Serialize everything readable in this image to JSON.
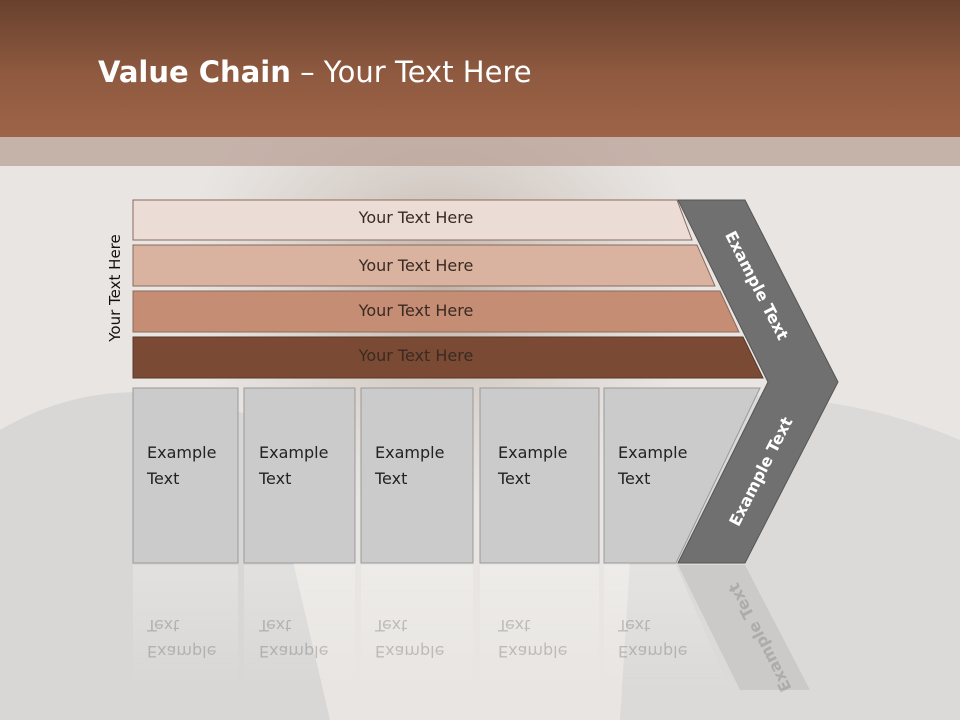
{
  "title": {
    "bold": "Value Chain",
    "rest": " – Your Text Here"
  },
  "side_label": "Your Text Here",
  "rows": [
    {
      "label": "Your Text Here",
      "color": "#ecdcd6"
    },
    {
      "label": "Your Text Here",
      "color": "#d9b2a0"
    },
    {
      "label": "Your Text Here",
      "color": "#c48d74"
    },
    {
      "label": "Your Text Here",
      "color": "#7a4a34"
    }
  ],
  "columns": [
    {
      "line1": "Example",
      "line2": "Text"
    },
    {
      "line1": "Example",
      "line2": "Text"
    },
    {
      "line1": "Example",
      "line2": "Text"
    },
    {
      "line1": "Example",
      "line2": "Text"
    },
    {
      "line1": "Example",
      "line2": "Text"
    }
  ],
  "chevron": {
    "top_label": "Example Text",
    "bottom_label": "Example Text",
    "color": "#707070"
  }
}
